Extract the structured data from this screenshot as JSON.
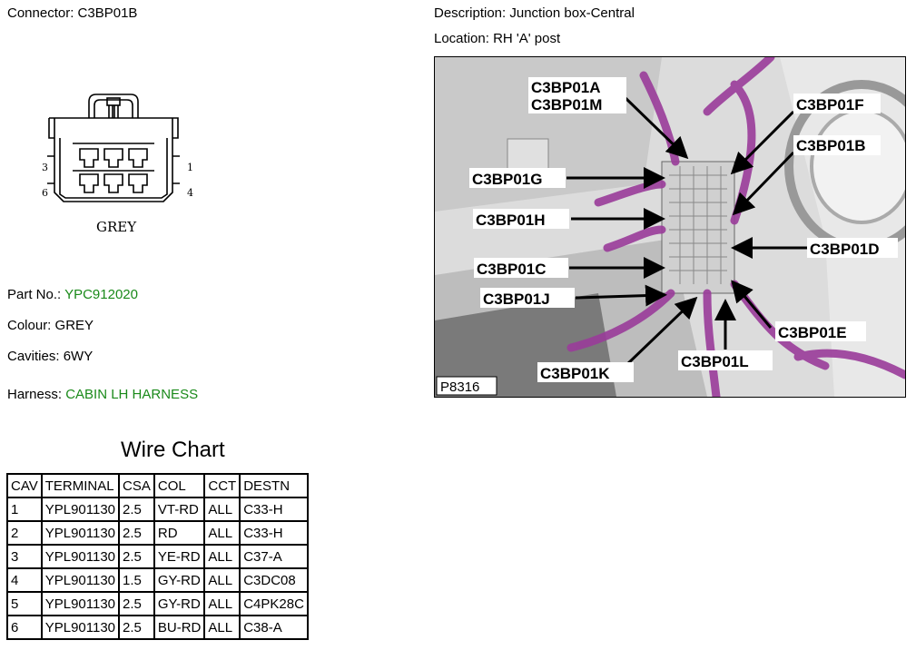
{
  "header": {
    "connector_label": "Connector:",
    "connector_value": "C3BP01B",
    "description_label": "Description:",
    "description_value": "Junction box-Central",
    "location_label": "Location:",
    "location_value": "RH 'A' post"
  },
  "connector_drawing": {
    "pin_labels": [
      "3",
      "1",
      "6",
      "4"
    ],
    "colour_caption": "GREY"
  },
  "details": {
    "part_label": "Part No.:",
    "part_value": "YPC912020",
    "colour_label": "Colour:",
    "colour_value": "GREY",
    "cavities_label": "Cavities:",
    "cavities_value": "6WY",
    "harness_label": "Harness:",
    "harness_value": "CABIN LH HARNESS",
    "value_color": "#1a8a1a"
  },
  "wire_chart": {
    "title": "Wire Chart",
    "columns": [
      "CAV",
      "TERMINAL",
      "CSA",
      "COL",
      "CCT",
      "DESTN"
    ],
    "rows": [
      [
        "1",
        "YPL901130",
        "2.5",
        "VT-RD",
        "ALL",
        "C33-H"
      ],
      [
        "2",
        "YPL901130",
        "2.5",
        "RD",
        "ALL",
        "C33-H"
      ],
      [
        "3",
        "YPL901130",
        "2.5",
        "YE-RD",
        "ALL",
        "C37-A"
      ],
      [
        "4",
        "YPL901130",
        "1.5",
        "GY-RD",
        "ALL",
        "C3DC08"
      ],
      [
        "5",
        "YPL901130",
        "2.5",
        "GY-RD",
        "ALL",
        "C4PK28C"
      ],
      [
        "6",
        "YPL901130",
        "2.5",
        "BU-RD",
        "ALL",
        "C38-A"
      ]
    ]
  },
  "location_image": {
    "callouts": [
      "C3BP01A",
      "C3BP01M",
      "C3BP01F",
      "C3BP01B",
      "C3BP01G",
      "C3BP01H",
      "C3BP01D",
      "C3BP01C",
      "C3BP01J",
      "C3BP01E",
      "C3BP01K",
      "C3BP01L"
    ],
    "image_ref": "P8316",
    "harness_color": "#9a3c9a"
  }
}
